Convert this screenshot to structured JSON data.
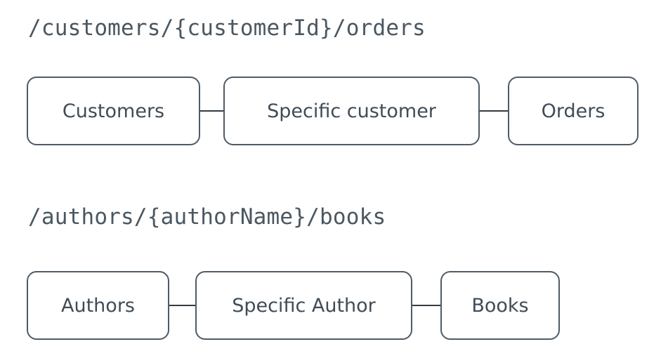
{
  "diagrams": [
    {
      "path": "/customers/{customerId}/orders",
      "nodes": [
        {
          "label": "Customers"
        },
        {
          "label": "Specific customer"
        },
        {
          "label": "Orders"
        }
      ]
    },
    {
      "path": "/authors/{authorName}/books",
      "nodes": [
        {
          "label": "Authors"
        },
        {
          "label": "Specific Author"
        },
        {
          "label": "Books"
        }
      ]
    }
  ],
  "colors": {
    "text": "#3f4c57",
    "border": "#4f5b66",
    "connector": "#333b42",
    "background": "#ffffff"
  }
}
